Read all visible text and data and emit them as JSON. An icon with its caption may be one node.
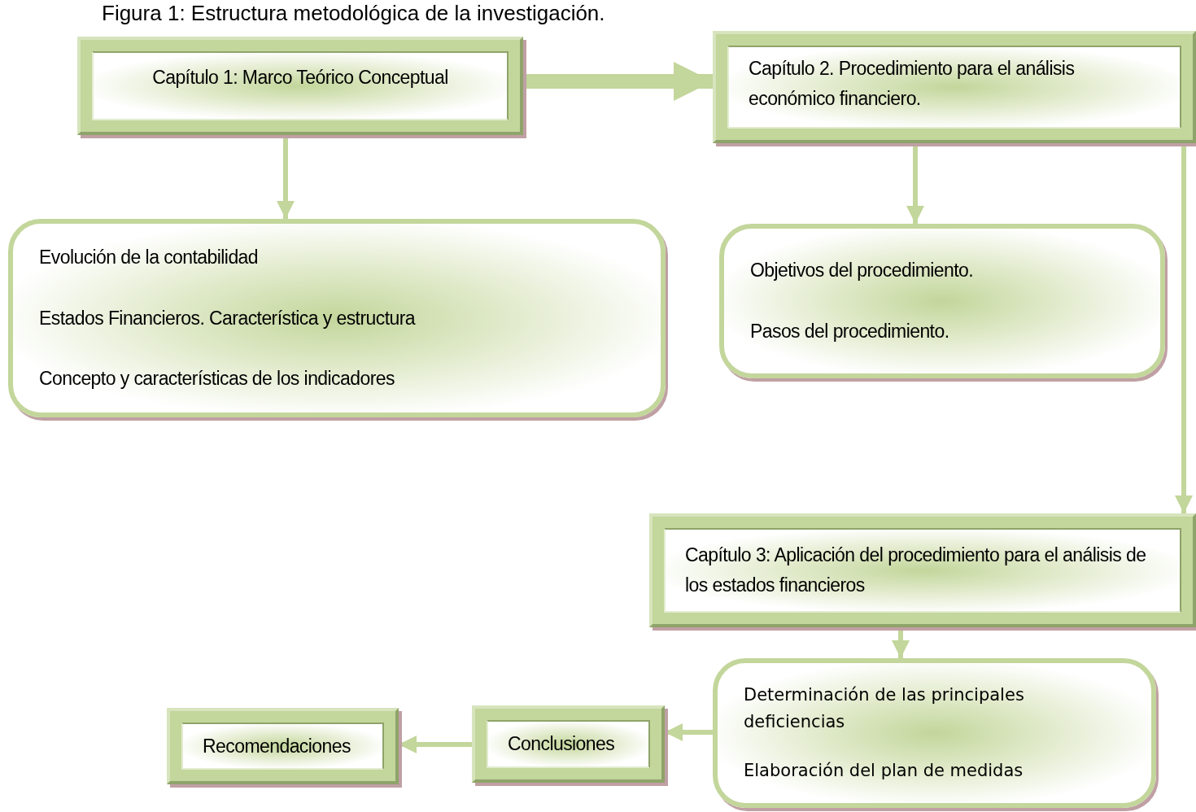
{
  "diagram": {
    "title": "Figura 1: Estructura metodológica de la investigación.",
    "nodes": [
      {
        "text": [
          "Capítulo 1: Marco Teórico Conceptual"
        ]
      },
      {
        "text": [
          "Capítulo 2. Procedimiento para el análisis económico financiero."
        ]
      },
      {
        "text": [
          "Evolución de la contabilidad",
          "Estados Financieros. Característica y estructura",
          "Concepto y características de los indicadores"
        ]
      },
      {
        "text": [
          "Objetivos del procedimiento.",
          "Pasos del procedimiento."
        ]
      },
      {
        "text": [
          "Capítulo 3: Aplicación del procedimiento para el análisis de los estados financieros"
        ]
      },
      {
        "text": [
          "Determinación de las principales deficiencias",
          "Elaboración del plan de medidas"
        ]
      },
      {
        "text": [
          "Conclusiones"
        ]
      },
      {
        "text": [
          "Recomendaciones"
        ]
      }
    ],
    "edges": [
      {
        "from": 0,
        "to": 1,
        "arrow": "to",
        "style": "thick"
      },
      {
        "from": 0,
        "to": 2,
        "arrow": "to"
      },
      {
        "from": 1,
        "to": 3,
        "arrow": "to"
      },
      {
        "from": 1,
        "to": 4,
        "arrow": "to"
      },
      {
        "from": 4,
        "to": 5,
        "arrow": "to"
      },
      {
        "from": 5,
        "to": 6,
        "arrow": "to"
      },
      {
        "from": 6,
        "to": 7,
        "arrow": "to"
      }
    ]
  }
}
